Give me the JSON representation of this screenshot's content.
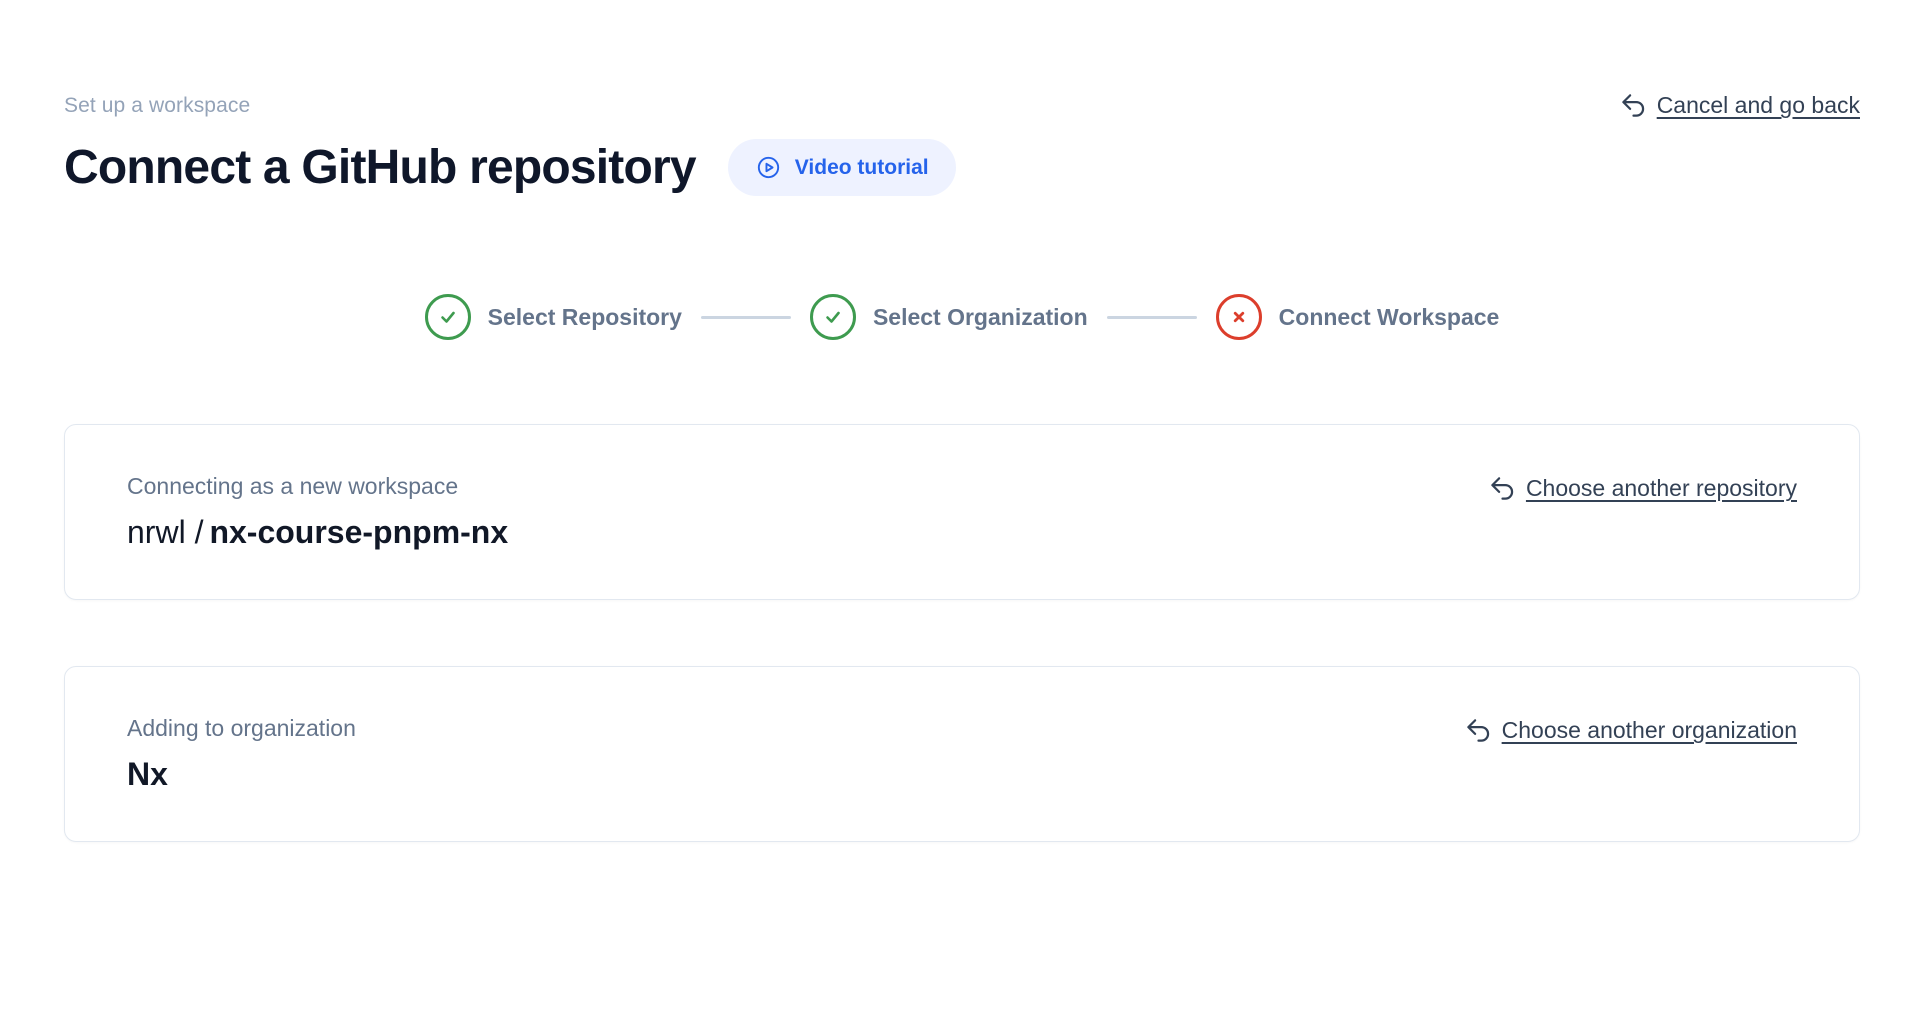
{
  "page": {
    "eyebrow": "Set up a workspace",
    "title": "Connect a GitHub repository",
    "video_tutorial_label": "Video tutorial",
    "cancel_label": "Cancel and go back"
  },
  "stepper": {
    "steps": [
      {
        "label": "Select Repository",
        "status": "complete",
        "icon": "check-icon"
      },
      {
        "label": "Select Organization",
        "status": "complete",
        "icon": "check-icon"
      },
      {
        "label": "Connect Workspace",
        "status": "error",
        "icon": "x-icon"
      }
    ]
  },
  "repository_card": {
    "label": "Connecting as a new workspace",
    "owner_prefix": "nrwl /",
    "repo_name": "nx-course-pnpm-nx",
    "change_link": "Choose another repository"
  },
  "organization_card": {
    "label": "Adding to organization",
    "name": "Nx",
    "change_link": "Choose another organization"
  },
  "icons": {
    "back": "undo-arrow-icon",
    "video": "play-circle-icon",
    "complete": "check-icon",
    "error": "x-icon"
  },
  "colors": {
    "success_green": "#3e9b4f",
    "error_red": "#dc3e2c",
    "accent_blue": "#2563eb",
    "pill_background": "#eef2ff",
    "muted_text": "#64748b",
    "eyebrow_text": "#94a3b8",
    "link_text": "#334155",
    "connector": "#cbd5e1",
    "card_border": "#e2e8f0"
  }
}
